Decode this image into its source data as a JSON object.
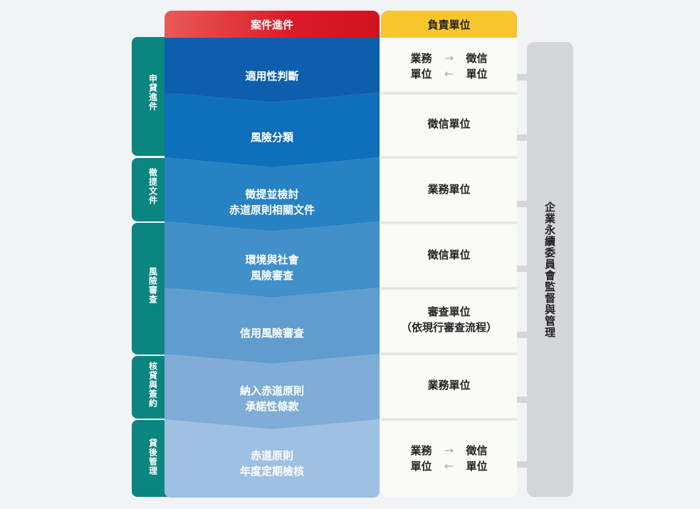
{
  "header": {
    "process_label": "案件進件",
    "responsible_label": "負責單位"
  },
  "phases": [
    {
      "label": "申貸進件"
    },
    {
      "label": "徵提文件"
    },
    {
      "label": "風險審查"
    },
    {
      "label": "核貸與簽約"
    },
    {
      "label": "貸後管理"
    }
  ],
  "steps": [
    {
      "line1": "適用性判斷",
      "line2": ""
    },
    {
      "line1": "風險分類",
      "line2": ""
    },
    {
      "line1": "徵提並檢討",
      "line2": "赤道原則相關文件"
    },
    {
      "line1": "環境與社會",
      "line2": "風險審查"
    },
    {
      "line1": "信用風險審查",
      "line2": ""
    },
    {
      "line1": "納入赤道原則",
      "line2": "承諾性條款"
    },
    {
      "line1": "赤道原則",
      "line2": "年度定期檢核"
    }
  ],
  "step_colors": [
    "#0d5fad",
    "#0e6fba",
    "#2682c3",
    "#4190ca",
    "#5f9dcf",
    "#7fadd7",
    "#9ec0e2"
  ],
  "responsible": {
    "r1": {
      "a1": "業務",
      "a2": "單位",
      "b1": "徵信",
      "b2": "單位",
      "arrow_right": "→",
      "arrow_left": "←"
    },
    "r2": "徵信單位",
    "r3": "業務單位",
    "r4": "徵信單位",
    "r5_line1": "審查單位",
    "r5_line2": "（依現行審查流程）",
    "r6": "業務單位",
    "r7": {
      "a1": "業務",
      "a2": "單位",
      "b1": "徵信",
      "b2": "單位",
      "arrow_right": "→",
      "arrow_left": "←"
    }
  },
  "committee": {
    "label": "企業永續委員會監督與管理"
  }
}
